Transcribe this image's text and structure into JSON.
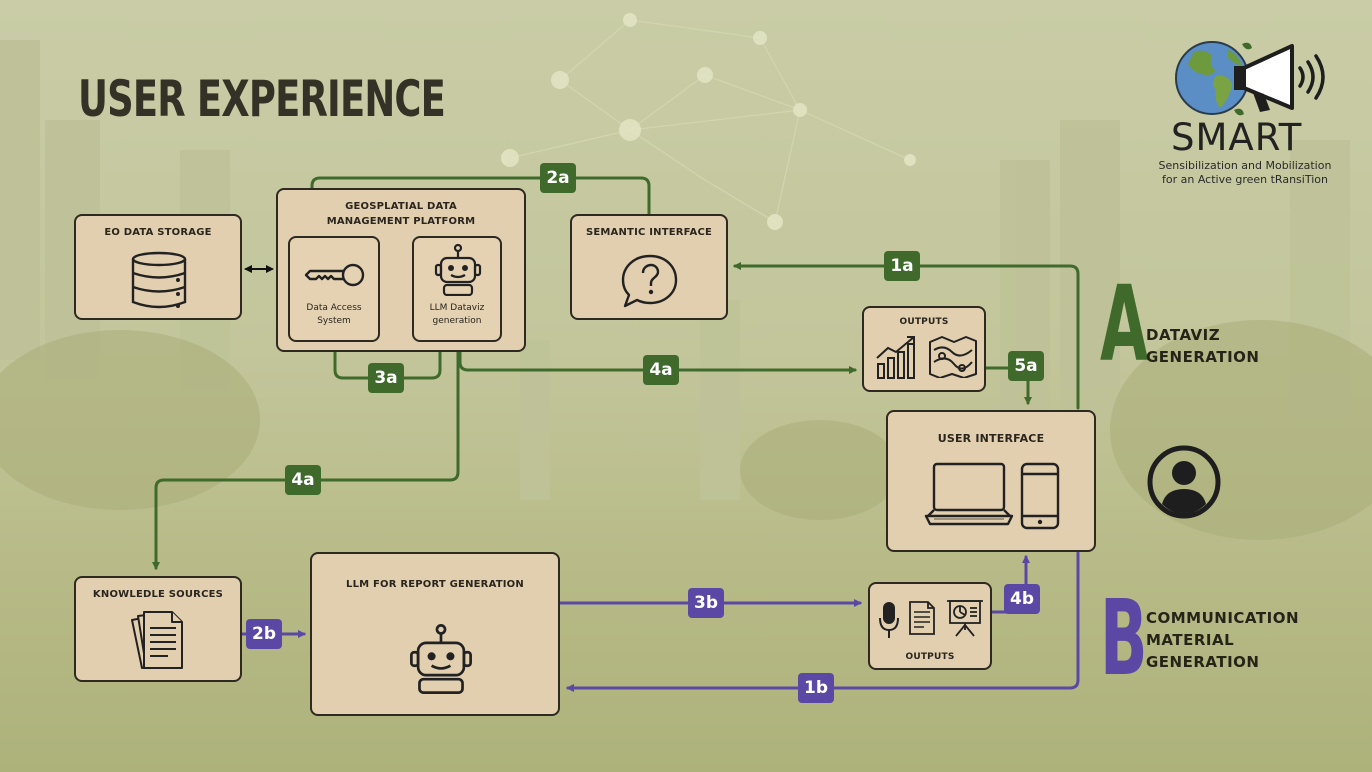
{
  "title": "USER EXPERIENCE",
  "logo": {
    "name": "SMART",
    "subtitle_line1": "Sensibilization and Mobilization",
    "subtitle_line2": "for an Active green tRansiTion"
  },
  "boxes": {
    "eo_storage": "EO DATA STORAGE",
    "geo_platform_line1": "GEOSPLATIAL DATA",
    "geo_platform_line2": "MANAGEMENT PLATFORM",
    "data_access_line1": "Data Access",
    "data_access_line2": "System",
    "llm_dataviz_line1": "LLM Dataviz",
    "llm_dataviz_line2": "generation",
    "semantic": "SEMANTIC INTERFACE",
    "outputs_a": "OUTPUTS",
    "user_interface": "USER INTERFACE",
    "knowledge": "KNOWLEDLE SOURCES",
    "llm_report": "LLM FOR REPORT GENERATION",
    "outputs_b": "OUTPUTS"
  },
  "tags": {
    "t2a": "2a",
    "t1a": "1a",
    "t3a": "3a",
    "t4a_right": "4a",
    "t4a_left": "4a",
    "t5a": "5a",
    "t2b": "2b",
    "t3b": "3b",
    "t4b": "4b",
    "t1b": "1b"
  },
  "legend": {
    "a_letter": "A",
    "a_line1": "DATAVIZ",
    "a_line2": "GENERATION",
    "b_letter": "B",
    "b_line1": "COMMUNICATION",
    "b_line2": "MATERIAL",
    "b_line3": "GENERATION"
  },
  "colors": {
    "green_flow": "#3f6a2c",
    "purple_flow": "#5b48a4",
    "box_fill": "#e2cfb0"
  },
  "icons": [
    "database-icon",
    "key-icon",
    "robot-icon",
    "question-bubble-icon",
    "chart-icon",
    "map-icon",
    "laptop-icon",
    "phone-icon",
    "documents-icon",
    "microphone-icon",
    "presentation-icon",
    "user-icon",
    "globe-icon",
    "megaphone-icon"
  ]
}
